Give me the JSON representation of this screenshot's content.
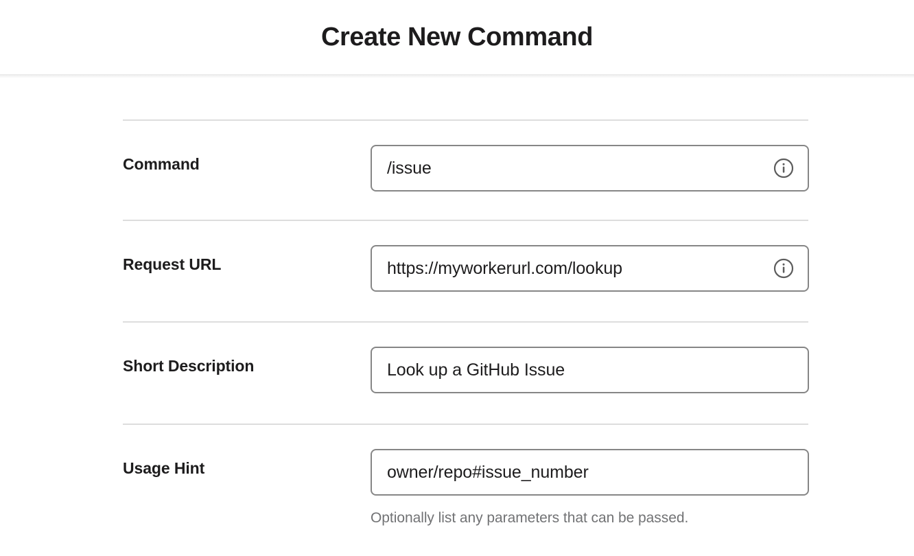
{
  "header": {
    "title": "Create New Command"
  },
  "form": {
    "rows": [
      {
        "label": "Command",
        "value": "/issue",
        "has_info_icon": true,
        "info_icon": "info-circle-icon",
        "hint": ""
      },
      {
        "label": "Request URL",
        "value": "https://myworkerurl.com/lookup",
        "has_info_icon": true,
        "info_icon": "info-circle-icon",
        "hint": ""
      },
      {
        "label": "Short Description",
        "value": "Look up a GitHub Issue",
        "has_info_icon": false,
        "info_icon": "",
        "hint": ""
      },
      {
        "label": "Usage Hint",
        "value": "owner/repo#issue_number",
        "has_info_icon": false,
        "info_icon": "",
        "hint": "Optionally list any parameters that can be passed."
      }
    ]
  },
  "colors": {
    "text_primary": "#1d1c1d",
    "text_muted": "#717274",
    "input_border": "#868686",
    "divider": "#dddddd",
    "background": "#ffffff"
  }
}
